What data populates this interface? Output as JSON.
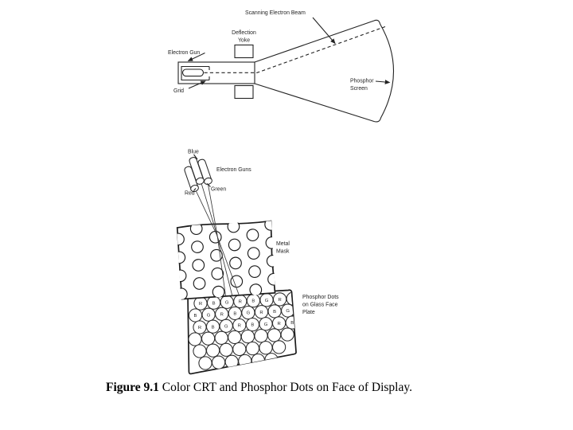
{
  "caption": {
    "bold": "Figure 9.1",
    "rest": " Color CRT and Phosphor Dots on Face of Display."
  },
  "crt_diagram": {
    "labels": {
      "scanning_beam": "Scanning Electron Beam",
      "deflection_line1": "Deflection",
      "deflection_line2": "Yoke",
      "electron_gun": "Electron Gun",
      "grid": "Grid",
      "phosphor_line1": "Phosphor",
      "phosphor_line2": "Screen"
    }
  },
  "shadow_mask_diagram": {
    "labels": {
      "blue": "Blue",
      "red": "Red",
      "green": "Green",
      "electron_guns": "Electron Guns",
      "metal_mask_line1": "Metal",
      "metal_mask_line2": "Mask",
      "phosphor_dots_line1": "Phosphor Dots",
      "phosphor_dots_line2": "on Glass Face",
      "phosphor_dots_line3": "Plate"
    },
    "phosphor_rows": [
      {
        "letters": [
          "R",
          "B",
          "G",
          "R",
          "B",
          "G",
          "R",
          ""
        ]
      },
      {
        "letters": [
          "B",
          "G",
          "R",
          "B",
          "G",
          "R",
          "B",
          "G"
        ]
      },
      {
        "letters": [
          "R",
          "B",
          "G",
          "R",
          "B",
          "G",
          "R",
          "B"
        ]
      },
      {
        "letters": [
          "",
          "",
          "",
          "",
          "",
          "",
          "",
          ""
        ]
      },
      {
        "letters": [
          "",
          "",
          "",
          "",
          "",
          "",
          ""
        ]
      },
      {
        "letters": [
          "",
          "",
          "",
          "",
          "",
          ""
        ]
      }
    ]
  },
  "colors": {
    "ink": "#232323",
    "background": "#ffffff"
  }
}
